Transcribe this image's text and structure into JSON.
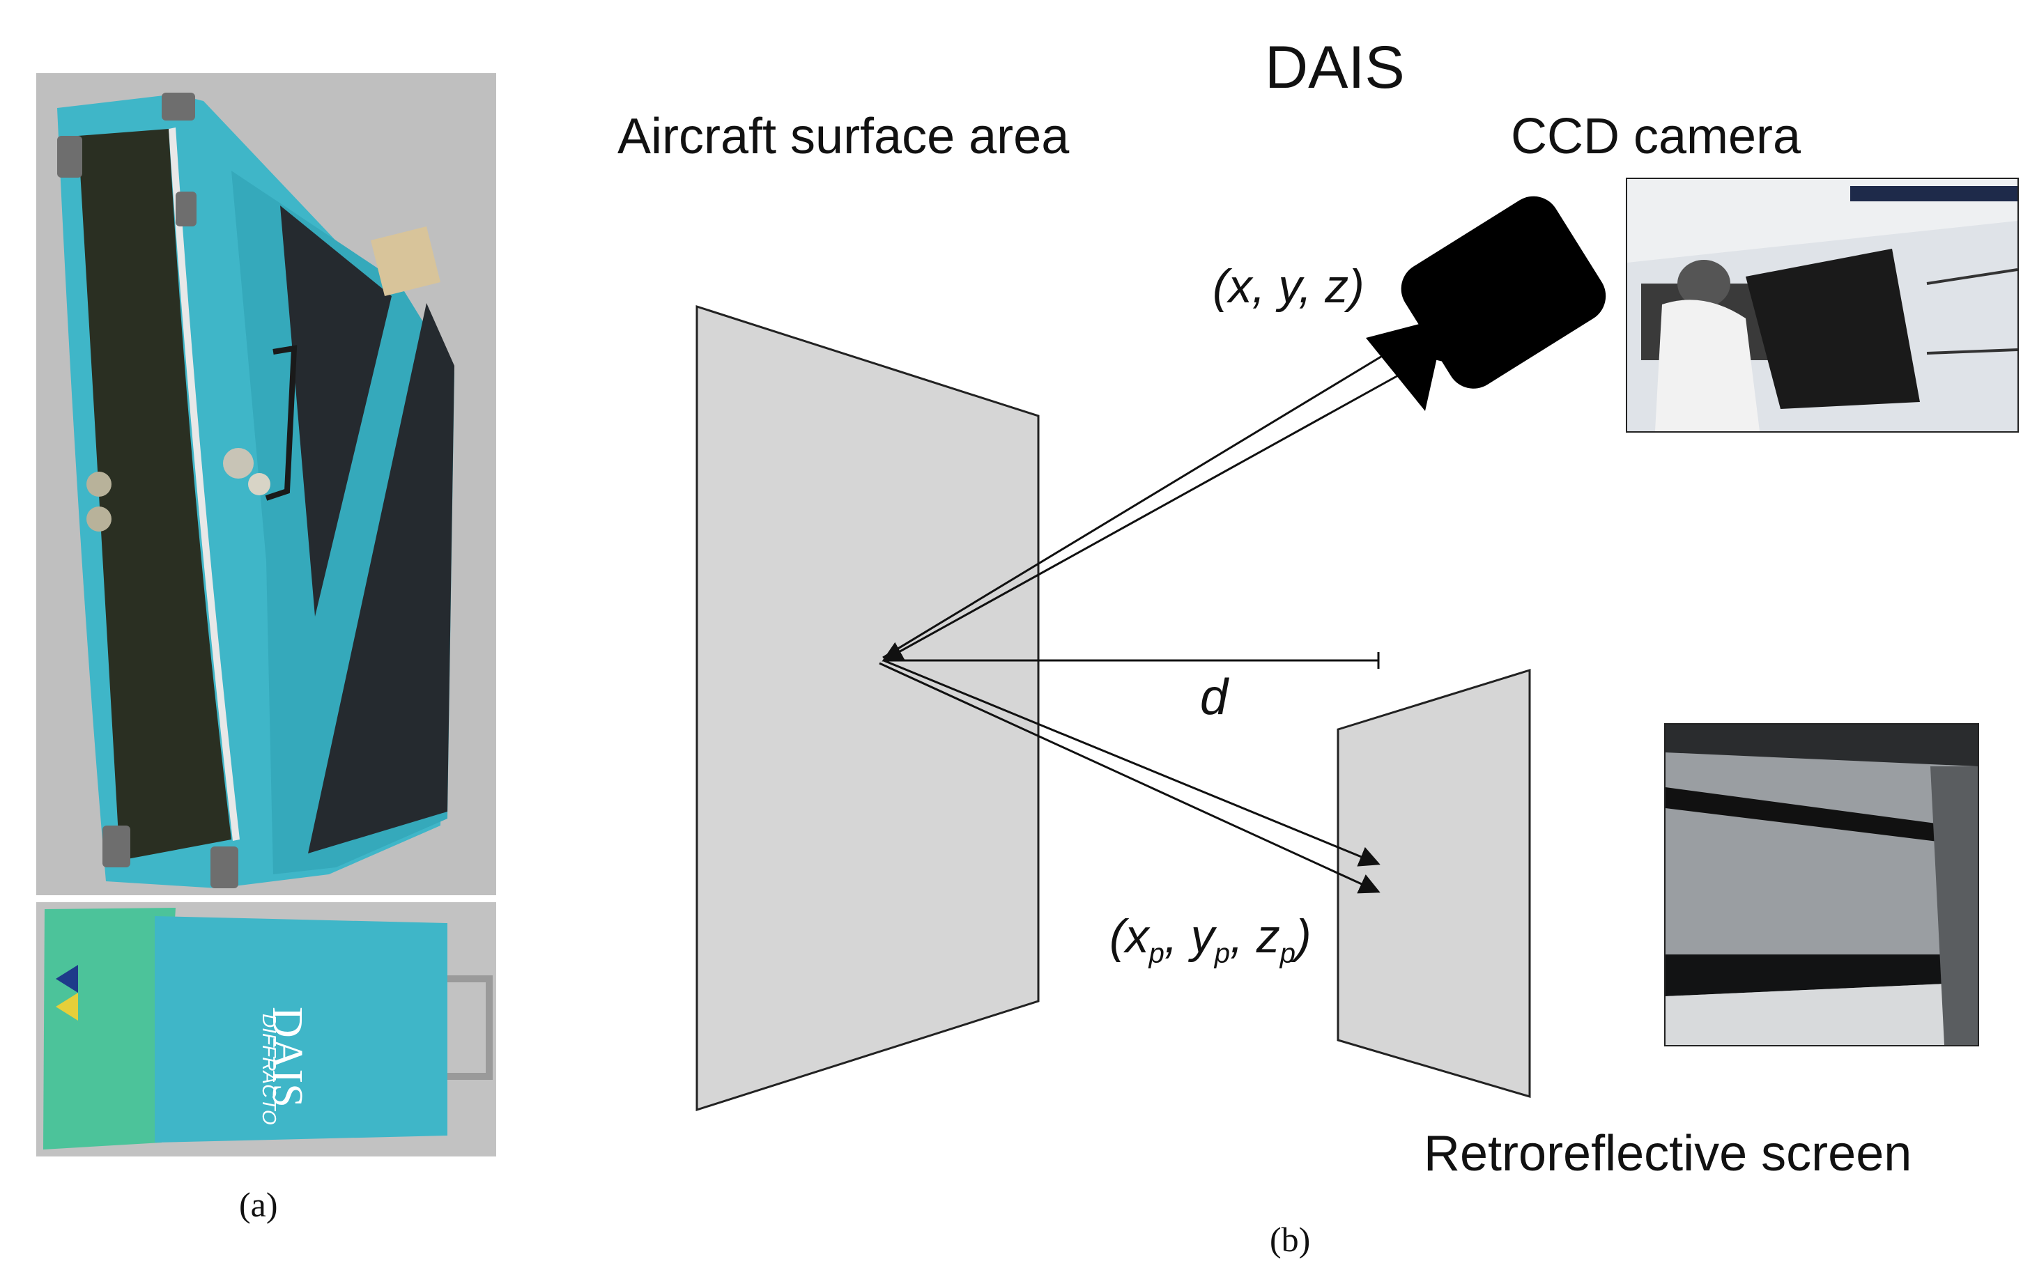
{
  "panel_a": {
    "caption": "(a)",
    "device_brand_text": "DAIS",
    "device_maker_text": "DIFFRACTO"
  },
  "panel_b": {
    "caption": "(b)",
    "title": "DAIS",
    "aircraft_surface_label": "Aircraft surface area",
    "camera_label": "CCD camera",
    "camera_coords": "(x, y, z)",
    "distance_label": "d",
    "screen_coords": {
      "open": "(",
      "x": "x",
      "y": "y",
      "z": "z",
      "sub": "p",
      "sep": ", ",
      "close": ")"
    },
    "screen_label": "Retroreflective screen"
  },
  "colors": {
    "device_cyan": "#3fb6c8",
    "panel_gray": "#d6d6d6",
    "photo_bg_gray": "#bdbdbd"
  }
}
